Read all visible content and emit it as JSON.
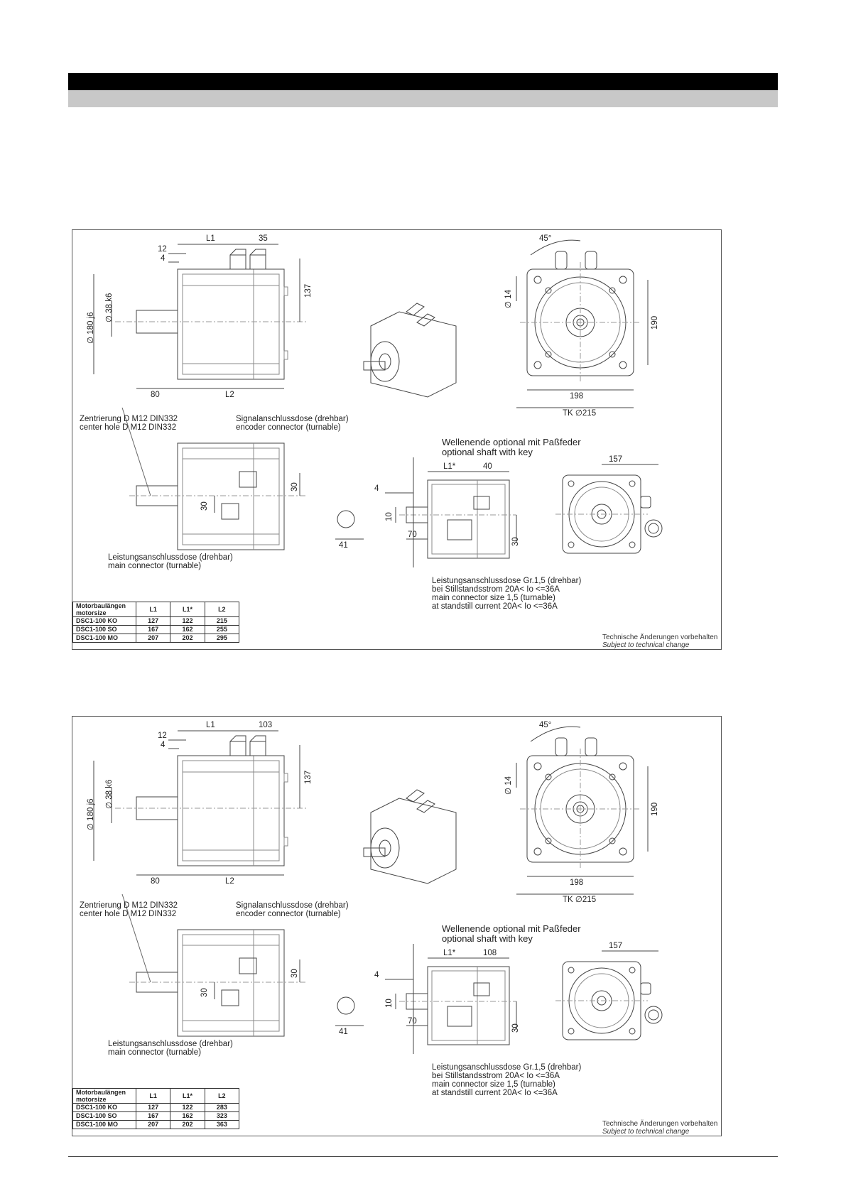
{
  "drawings": [
    {
      "labels": {
        "l1": "L1",
        "l2": "L2",
        "d12": "12",
        "d4": "4",
        "d35": "35",
        "d137": "137",
        "d80": "80",
        "dia180": "∅ 180 j6",
        "dia38": "∅ 38 k6",
        "angle45": "45°",
        "dia14": "∅ 14",
        "d190": "190",
        "d198": "198",
        "tk": "TK ∅215",
        "d30a": "30",
        "d30b": "30",
        "d41": "41",
        "d157": "157",
        "d4b": "4",
        "d10": "10",
        "d70": "70",
        "d40": "40",
        "d30c": "30",
        "l1star": "L1*"
      },
      "centering": [
        "Zentrierung D M12 DIN332",
        "center hole D M12 DIN332"
      ],
      "encoder": [
        "Signalanschlussdose (drehbar)",
        "encoder connector (turnable)"
      ],
      "main_conn": [
        "Leistungsanschlussdose (drehbar)",
        "main connector (turnable)"
      ],
      "shaft_key": [
        "Wellenende optional mit Paßfeder",
        "optional shaft with key"
      ],
      "main_conn_size": [
        "Leistungsanschlussdose Gr.1,5 (drehbar)",
        "bei Stillstandsstrom 20A< Io <=36A",
        "main connector size 1,5 (turnable)",
        "at standstill current 20A< Io <=36A"
      ],
      "change_note": [
        "Technische Änderungen vorbehalten",
        "Subject to technical change"
      ],
      "table": {
        "header": [
          "Motorbaulängen\nmotorsize",
          "L1",
          "L1*",
          "L2"
        ],
        "rows": [
          [
            "DSC1-100 KO",
            "127",
            "122",
            "215"
          ],
          [
            "DSC1-100 SO",
            "167",
            "162",
            "255"
          ],
          [
            "DSC1-100 MO",
            "207",
            "202",
            "295"
          ]
        ]
      }
    },
    {
      "labels": {
        "l1": "L1",
        "l2": "L2",
        "d12": "12",
        "d4": "4",
        "d35": "103",
        "d137": "137",
        "d80": "80",
        "dia180": "∅ 180 j6",
        "dia38": "∅ 38 k6",
        "angle45": "45°",
        "dia14": "∅ 14",
        "d190": "190",
        "d198": "198",
        "tk": "TK ∅215",
        "d30a": "30",
        "d30b": "30",
        "d41": "41",
        "d157": "157",
        "d4b": "4",
        "d10": "10",
        "d70": "70",
        "d40": "108",
        "d30c": "30",
        "l1star": "L1*"
      },
      "centering": [
        "Zentrierung D M12 DIN332",
        "center hole D M12 DIN332"
      ],
      "encoder": [
        "Signalanschlussdose (drehbar)",
        "encoder connector (turnable)"
      ],
      "main_conn": [
        "Leistungsanschlussdose (drehbar)",
        "main connector (turnable)"
      ],
      "shaft_key": [
        "Wellenende optional mit Paßfeder",
        "optional shaft with key"
      ],
      "main_conn_size": [
        "Leistungsanschlussdose Gr.1,5 (drehbar)",
        "bei Stillstandsstrom 20A< Io <=36A",
        "main connector size 1,5 (turnable)",
        "at standstill current 20A< Io <=36A"
      ],
      "change_note": [
        "Technische Änderungen vorbehalten",
        "Subject to technical change"
      ],
      "table": {
        "header": [
          "Motorbaulängen\nmotorsize",
          "L1",
          "L1*",
          "L2"
        ],
        "rows": [
          [
            "DSC1-100 KO",
            "127",
            "122",
            "283"
          ],
          [
            "DSC1-100 SO",
            "167",
            "162",
            "323"
          ],
          [
            "DSC1-100 MO",
            "207",
            "202",
            "363"
          ]
        ]
      }
    }
  ]
}
